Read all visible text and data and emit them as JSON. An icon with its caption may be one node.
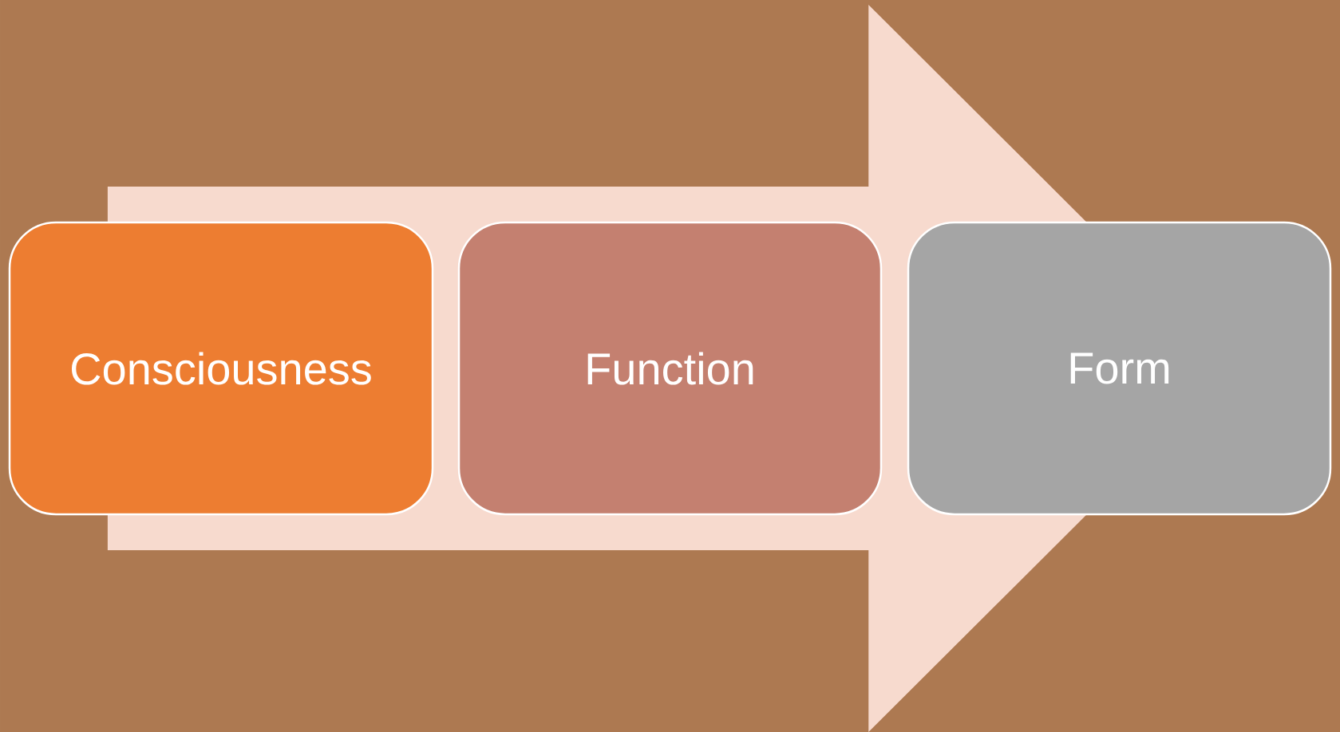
{
  "diagram": {
    "nodes": [
      {
        "text": [
          "Consciousness"
        ]
      },
      {
        "text": [
          "Function"
        ]
      },
      {
        "text": [
          "Form"
        ]
      }
    ],
    "edges": [
      {
        "from": 0,
        "to": 2,
        "arrow": "to"
      }
    ]
  }
}
